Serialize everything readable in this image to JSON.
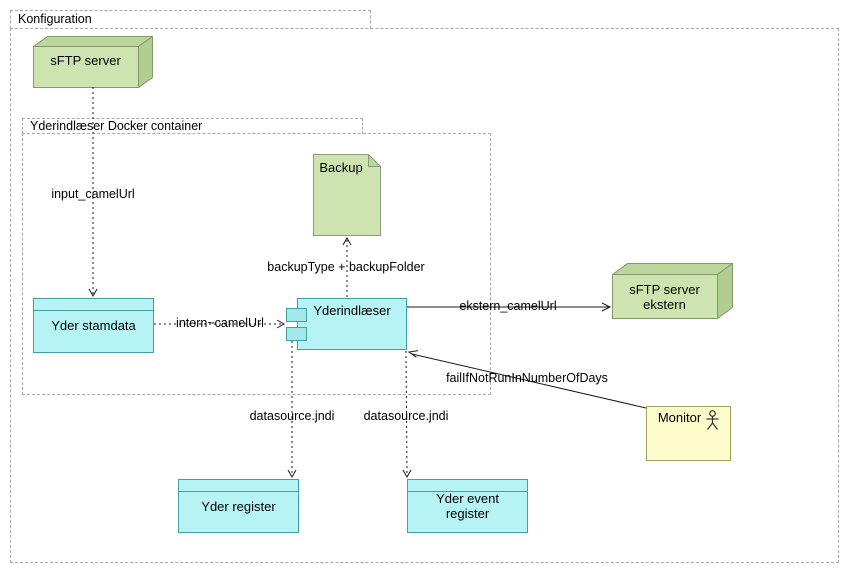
{
  "diagram": {
    "frames": {
      "konfiguration": {
        "label": "Konfiguration"
      },
      "docker_container": {
        "label": "Yderindlæser Docker container"
      }
    },
    "nodes": {
      "sftp_server": {
        "label": "sFTP server",
        "type": "node3d"
      },
      "backup_note": {
        "label": "Backup",
        "type": "note"
      },
      "yder_stamdata": {
        "label": "Yder stamdata",
        "type": "database-box"
      },
      "yderindlaeser": {
        "label": "Yderindlæser",
        "type": "component"
      },
      "sftp_server_ekstern": {
        "label": "sFTP server\nekstern",
        "type": "node3d"
      },
      "monitor": {
        "label": "Monitor",
        "type": "actor-box"
      },
      "yder_register": {
        "label": "Yder register",
        "type": "database-box"
      },
      "yder_event_register": {
        "label": "Yder event\nregister",
        "type": "database-box"
      }
    },
    "edges": {
      "input_camelurl": {
        "label": "input_camelUrl",
        "style": "dashed",
        "from": "sftp_server",
        "to": "yder_stamdata"
      },
      "intern_camelurl": {
        "label": "intern~camelUrl",
        "style": "dashed",
        "from": "yder_stamdata",
        "to": "yderindlaeser"
      },
      "backup_params": {
        "label": "backupType + backupFolder",
        "style": "dashed",
        "from": "yderindlaeser",
        "to": "backup_note"
      },
      "ekstern_camelurl": {
        "label": "ekstern_camelUrl",
        "style": "solid",
        "from": "yderindlaeser",
        "to": "sftp_server_ekstern"
      },
      "fail_if_not_run": {
        "label": "failIfNotRunInNumberOfDays",
        "style": "solid",
        "from": "monitor",
        "to": "yderindlaeser"
      },
      "datasource_jndi_register": {
        "label": "datasource.jndi",
        "style": "dashed",
        "from": "yderindlaeser",
        "to": "yder_register"
      },
      "datasource_jndi_event_register": {
        "label": "datasource.jndi",
        "style": "dashed",
        "from": "yderindlaeser",
        "to": "yder_event_register"
      }
    },
    "colors": {
      "node_green_front": "#CDE4B0",
      "node_green_top": "#B9D69B",
      "node_green_side": "#B0CD92",
      "green_border": "#82986B",
      "cyan_fill": "#B6F3F5",
      "cyan_border": "#3FA0A8",
      "port_fill": "#A3E8EB",
      "yellow_fill": "#FBFBCC",
      "yellow_border": "#A2A15C",
      "frame_border": "#AAAAAA",
      "edge_color": "#1A1A1A",
      "text_color": "#000000"
    }
  }
}
